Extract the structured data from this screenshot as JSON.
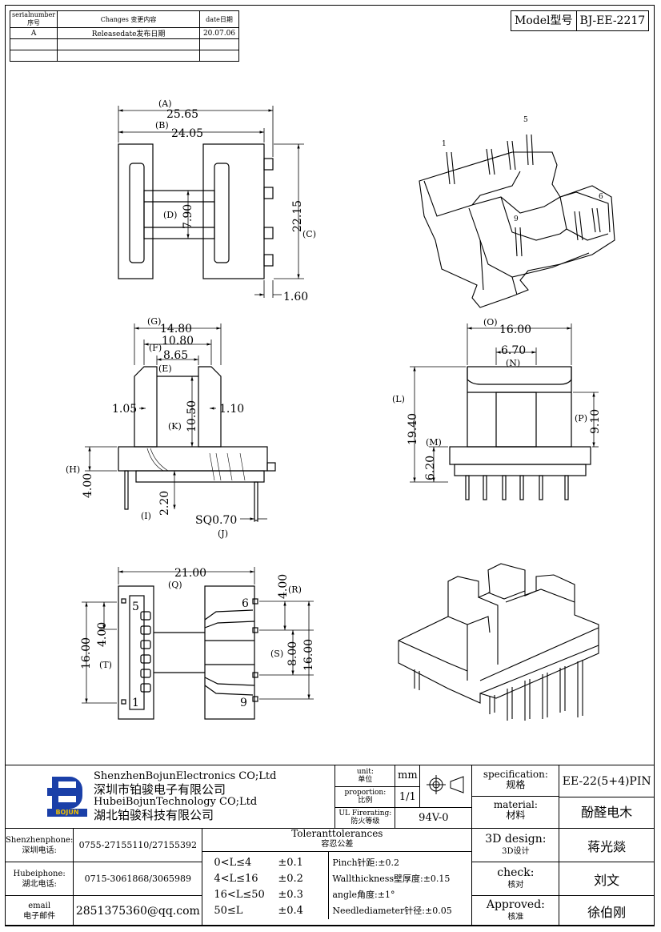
{
  "revision_table": {
    "headers": [
      "serialnumber序号",
      "Changes 变更内容",
      "date日期"
    ],
    "rows": [
      {
        "serial": "A",
        "change": "Releasedate发布日期",
        "date": "20.07.06"
      }
    ]
  },
  "model": {
    "label": "Model型号",
    "value": "BJ-EE-2217"
  },
  "views": {
    "top": {
      "A": "(A)",
      "A_val": "25.65",
      "B": "(B)",
      "B_val": "24.05",
      "C": "(C)",
      "C_val": "22.15",
      "D": "(D)",
      "D_val": "7.90",
      "w": "1.60"
    },
    "front": {
      "G": "(G)",
      "G_val": "14.80",
      "F": "(F)",
      "F_val": "10.80",
      "E": "(E)",
      "E_val": "8.65",
      "d105": "1.05",
      "d110": "1.10",
      "K": "(K)",
      "K_val": "10.50",
      "H": "(H)",
      "H_val": "4.00",
      "I": "(I)",
      "I_val": "2.20",
      "J": "(J)",
      "J_val": "SQ0.70"
    },
    "side": {
      "O": "(O)",
      "O_val": "16.00",
      "N": "(N)",
      "N_val": "6.70",
      "L": "(L)",
      "L_val": "19.40",
      "M": "(M)",
      "M_val": "6.20",
      "P": "(P)",
      "P_val": "9.10"
    },
    "bottom": {
      "Q": "(Q)",
      "Q_val": "21.00",
      "R": "(R)",
      "R_val": "4.00",
      "S": "(S)",
      "S_val": "8.00",
      "T": "(T)",
      "T_val": "4.00",
      "left16": "16.00",
      "right16": "16.00",
      "pin5": "5",
      "pin1": "1",
      "pin6": "6",
      "pin9": "9"
    },
    "iso": {
      "p1": "1",
      "p5": "5",
      "p6": "6",
      "p9": "9"
    }
  },
  "company": {
    "en1": "ShenzhenBojunElectronics CO;Ltd",
    "cn1": "深圳市铂骏电子有限公司",
    "en2": "HubeiBojunTechnology CO;Ltd",
    "cn2": "湖北铂骏科技有限公司",
    "logo_text": "BOJUN"
  },
  "unit": {
    "label": "unit:",
    "label_cn": "单位",
    "value": "mm"
  },
  "proportion": {
    "label": "proportion:",
    "label_cn": "比例",
    "value": "1/1"
  },
  "fire": {
    "label": "UL Firerating:",
    "label_cn": "防火等级",
    "value": "94V-0"
  },
  "spec": {
    "label": "specification:",
    "label_cn": "规格",
    "value": "EE-22(5+4)PIN"
  },
  "material": {
    "label": "material:",
    "label_cn": "材料",
    "value": "酚醛电木"
  },
  "design": {
    "label": "3D design:",
    "label_cn": "3D设计",
    "value": "蒋光燚"
  },
  "check": {
    "label": "check:",
    "label_cn": "核对",
    "value": "刘文"
  },
  "approved": {
    "label": "Approved:",
    "label_cn": "核准",
    "value": "徐伯刚"
  },
  "contacts": {
    "sz_label": "Shenzhenphone:",
    "sz_label_cn": "深圳电话:",
    "sz_value": "0755-27155110/27155392",
    "hb_label": "Hubeiphone:",
    "hb_label_cn": "湖北电话:",
    "hb_value": "0715-3061868/3065989",
    "email_label": "email",
    "email_label_cn": "电子邮件",
    "email_value": "2851375360@qq.com"
  },
  "tolerances": {
    "title": "Toleranttolerances",
    "title_cn": "容忍公差",
    "ranges": [
      {
        "range": "0<L≤4",
        "tol": "±0.1"
      },
      {
        "range": "4<L≤16",
        "tol": "±0.2"
      },
      {
        "range": "16<L≤50",
        "tol": "±0.3"
      },
      {
        "range": "50≤L",
        "tol": "±0.4"
      }
    ],
    "notes": [
      "Pinch针距:±0.2",
      "Wallthickness壁厚度:±0.15",
      "angle角度:±1°",
      "Needlediameter针径:±0.05"
    ]
  }
}
